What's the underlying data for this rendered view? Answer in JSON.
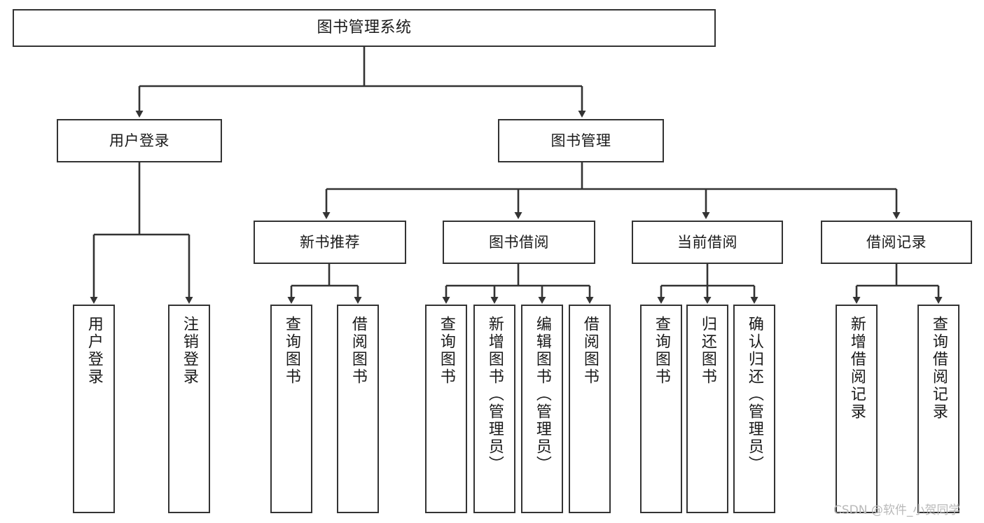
{
  "diagram": {
    "title": "图书管理系统",
    "type": "tree-hierarchy-diagram",
    "colors": {
      "box_border": "#333333",
      "box_fill": "#ffffff",
      "connector": "#333333",
      "text": "#1a1a1a",
      "background": "#ffffff",
      "watermark": "#b9b9b9"
    },
    "root": {
      "label": "图书管理系统"
    },
    "level2": [
      {
        "label": "用户登录"
      },
      {
        "label": "图书管理"
      }
    ],
    "level3": [
      {
        "label": "新书推荐"
      },
      {
        "label": "图书借阅"
      },
      {
        "label": "当前借阅"
      },
      {
        "label": "借阅记录"
      }
    ],
    "leaves": {
      "user_login": [
        {
          "label": "用户登录"
        },
        {
          "label": "注销登录"
        }
      ],
      "new_book_recommend": [
        {
          "label": "查询图书"
        },
        {
          "label": "借阅图书"
        }
      ],
      "book_borrow": [
        {
          "label": "查询图书"
        },
        {
          "label": "新增图书（管理员）"
        },
        {
          "label": "编辑图书（管理员）"
        },
        {
          "label": "借阅图书"
        }
      ],
      "current_borrow": [
        {
          "label": "查询图书"
        },
        {
          "label": "归还图书"
        },
        {
          "label": "确认归还（管理员）"
        }
      ],
      "borrow_records": [
        {
          "label": "新增借阅记录"
        },
        {
          "label": "查询借阅记录"
        }
      ]
    },
    "watermark": "CSDN @软件_小贺同学"
  }
}
